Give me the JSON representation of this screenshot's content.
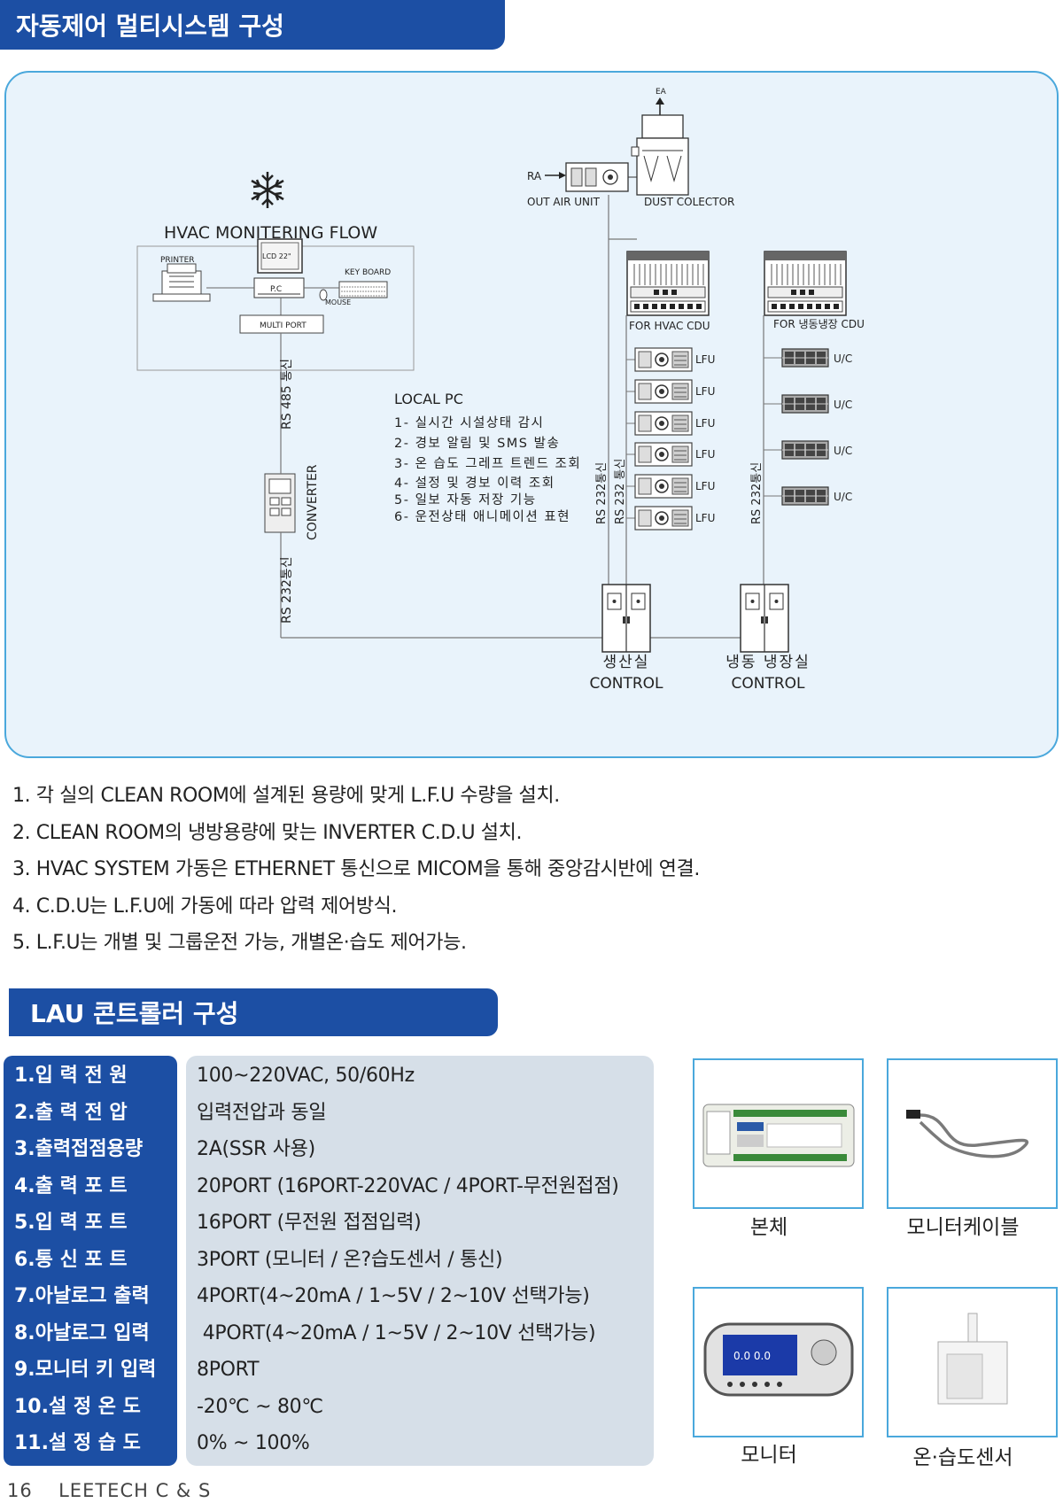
{
  "header1": {
    "title": "자동제어 멀티시스템 구성"
  },
  "diagram": {
    "title": "HVAC MONITERING FLOW",
    "printer": "PRINTER",
    "lcd": "LCD 22\"",
    "keyboard": "KEY BOARD",
    "pc": "P.C",
    "mouse": "MOUSE",
    "multiport": "MULTI PORT",
    "rs485": "RS 485 통신",
    "converter": "CONVERTER",
    "rs232_left": "RS 232통신",
    "local_pc": {
      "title": "LOCAL PC",
      "items": [
        "1- 실시간 시설상태 감시",
        "2- 경보 알림 및 SMS 발송",
        "3- 온 습도 그레프 트렌드 조회",
        "4- 설정 및 경보 이력 조회",
        "5- 일보 자동 저장 기능",
        "6- 운전상태 애니메이션 표현"
      ]
    },
    "ea": "EA",
    "ra": "RA",
    "out_air_unit": "OUT AIR UNIT",
    "dust_colector": "DUST COLECTOR",
    "for_hvac_cdu": "FOR HVAC CDU",
    "for_cold_cdu": "FOR 냉동냉장 CDU",
    "rs232_a": "RS 232통신",
    "rs232_b": "RS 232 통신",
    "rs232_c": "RS 232통신",
    "lfu_label": "LFU",
    "uc_label": "U/C",
    "control1_name": "생산실",
    "control1_label": "CONTROL",
    "control2_name": "냉동 냉장실",
    "control2_label": "CONTROL"
  },
  "notes": [
    "1. 각 실의 CLEAN ROOM에 설계된 용량에 맞게 L.F.U 수량을 설치.",
    "2. CLEAN ROOM의 냉방용량에 맞는 INVERTER C.D.U 설치.",
    "3. HVAC  SYSTEM 가동은 ETHERNET 통신으로 MICOM을 통해 중앙감시반에 연결.",
    "4. C.D.U는 L.F.U에  가동에 따라 압력 제어방식.",
    "5. L.F.U는 개별 및 그룹운전 가능, 개별온·습도 제어가능."
  ],
  "header2": {
    "title": "LAU 콘트롤러 구성"
  },
  "specs": {
    "labels": [
      "1.입 력 전 원",
      "2.출 력 전 압",
      "3.출력접점용량",
      "4.출 력 포 트",
      "5.입 력 포 트",
      "6.통 신 포 트",
      "7.아날로그 출력",
      "8.아날로그 입력",
      "9.모니터 키 입력",
      "10.설 정 온 도",
      "11.설 정 습 도"
    ],
    "values": [
      "100~220VAC, 50/60Hz",
      "입력전압과 동일",
      "2A(SSR 사용)",
      "20PORT (16PORT-220VAC / 4PORT-무전원접점)",
      "16PORT (무전원 접점입력)",
      "3PORT (모니터 / 온?습도센서 / 통신)",
      "4PORT(4~20mA / 1~5V / 2~10V 선택가능)",
      " 4PORT(4~20mA / 1~5V / 2~10V 선택가능)",
      "8PORT",
      "-20℃ ~ 80℃",
      "0% ~ 100%"
    ]
  },
  "products": {
    "body": "본체",
    "cable": "모니터케이블",
    "monitor": "모니터",
    "sensor": "온·습도센서",
    "monitor_screen": "0.0  0.0"
  },
  "footer": {
    "page": "16",
    "company": "LEETECH C & S"
  },
  "colors": {
    "navy": "#1c4fa4",
    "panel_bg": "#e9f3fb",
    "panel_border": "#4aa8dc",
    "spec_bg": "#d6dfe8"
  }
}
